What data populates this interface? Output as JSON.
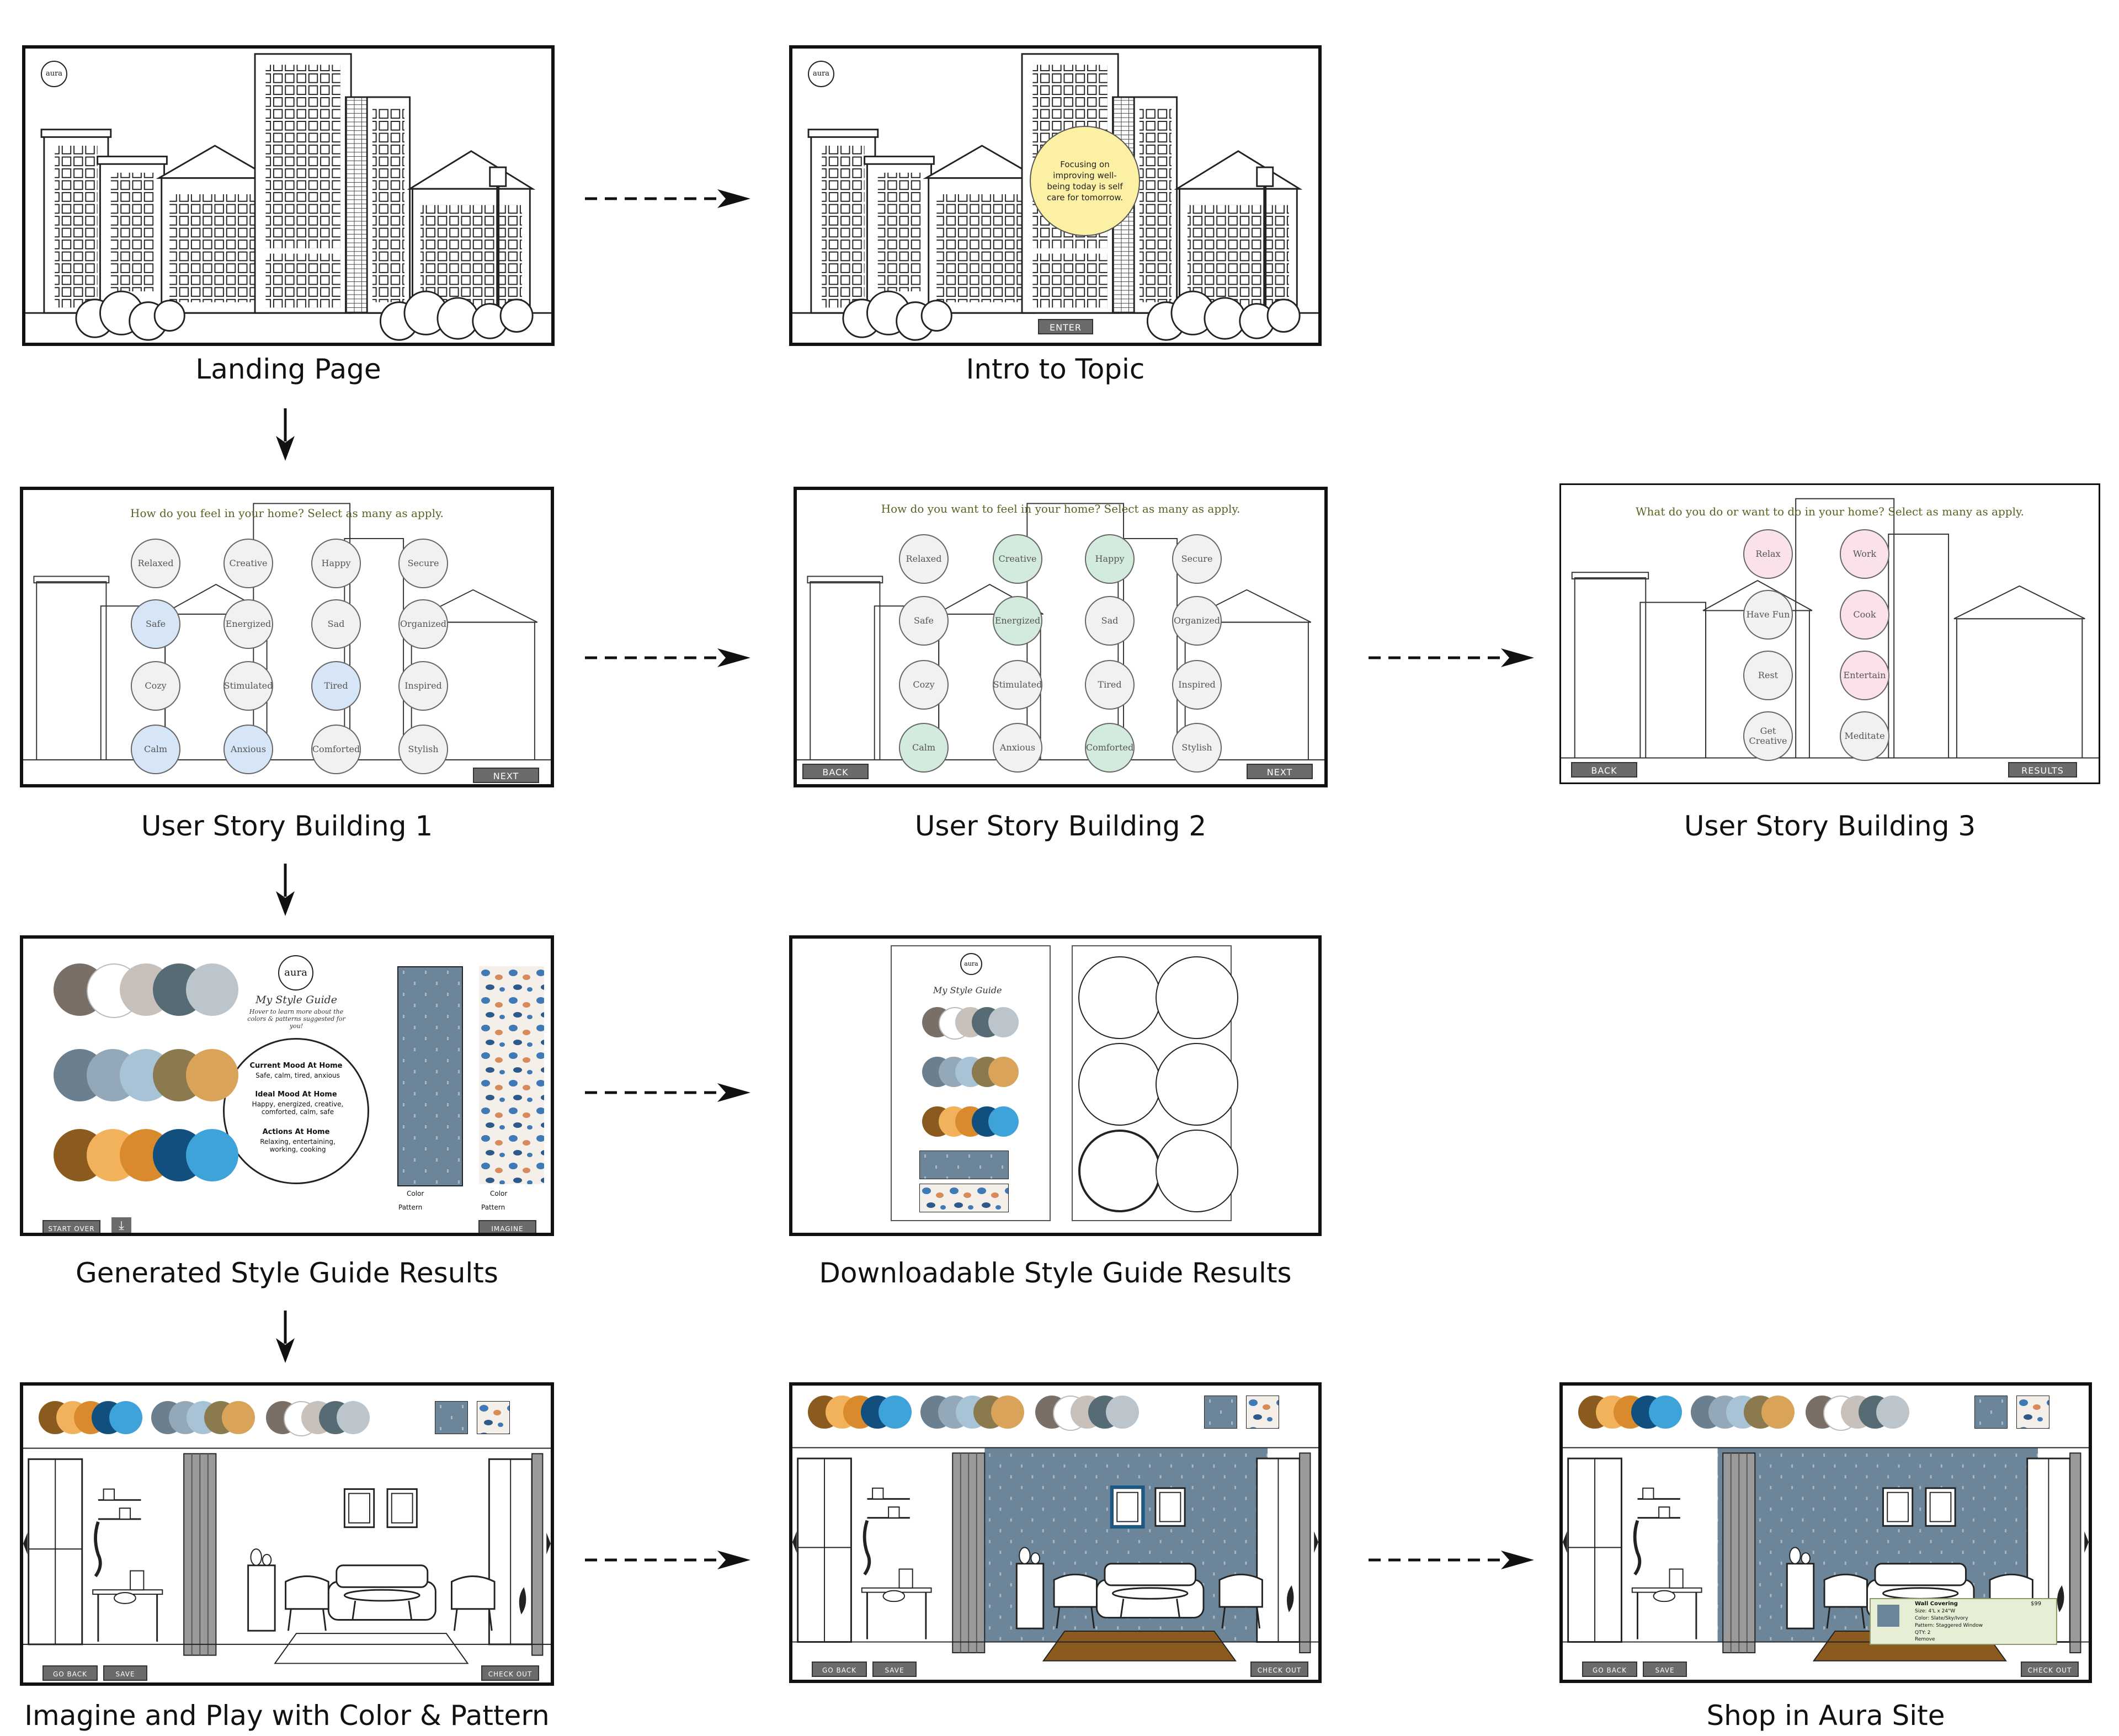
{
  "captions": {
    "landing": "Landing Page",
    "intro": "Intro to Topic",
    "usb1": "User Story Building 1",
    "usb2": "User Story Building 2",
    "usb3": "User Story Building 3",
    "generated": "Generated Style Guide Results",
    "downloadable": "Downloadable Style Guide Results",
    "imagine": "Imagine and Play with Color & Pattern",
    "shop": "Shop in Aura Site"
  },
  "brand": {
    "logo": "aura"
  },
  "intro": {
    "message": "Focusing on improving well-being today is self care for tomorrow.",
    "enter": "ENTER",
    "sun_color": "#fbf0a4"
  },
  "usb1": {
    "question": "How do you feel in your home? Select as many as apply.",
    "next": "NEXT",
    "options": [
      "Relaxed",
      "Creative",
      "Happy",
      "Secure",
      "Safe",
      "Energized",
      "Sad",
      "Organized",
      "Cozy",
      "Stimulated",
      "Tired",
      "Inspired",
      "Calm",
      "Anxious",
      "Comforted",
      "Stylish"
    ],
    "selected_color": "#d6e6f7"
  },
  "usb2": {
    "question": "How do you want to feel in your home? Select as many as apply.",
    "back": "BACK",
    "next": "NEXT",
    "options": [
      "Relaxed",
      "Creative",
      "Happy",
      "Secure",
      "Safe",
      "Energized",
      "Sad",
      "Organized",
      "Cozy",
      "Stimulated",
      "Tired",
      "Inspired",
      "Calm",
      "Anxious",
      "Comforted",
      "Stylish"
    ],
    "selected_color": "#d3ebdc"
  },
  "usb3": {
    "question": "What do you do or want to do in your home? Select as many as apply.",
    "back": "BACK",
    "results": "RESULTS",
    "options": [
      "Relax",
      "Work",
      "Have Fun",
      "Cook",
      "Rest",
      "Entertain",
      "Get Creative",
      "Meditate"
    ],
    "selected_color": "#fbe1e8"
  },
  "generated": {
    "title": "My Style Guide",
    "subtitle": "Hover to learn more about the colors & patterns suggested for you!",
    "mood_now_label": "Current Mood At Home",
    "mood_now": "Safe, calm, tired, anxious",
    "mood_ideal_label": "Ideal Mood At Home",
    "mood_ideal": "Happy, energized, creative, comforted, calm, safe",
    "actions_label": "Actions At Home",
    "actions": "Relaxing, entertaining, working, cooking",
    "color_label": "Color",
    "pattern_label": "Pattern",
    "start_over": "START OVER",
    "imagine": "IMAGINE",
    "palettes": [
      [
        "#7a6f66",
        "#ffffff",
        "#c7c0bb",
        "#566b73",
        "#bcc5cb"
      ],
      [
        "#6b7f8f",
        "#93a8b8",
        "#a9c3d6",
        "#8c7a4f",
        "#d9a35a"
      ],
      [
        "#8a5a1e",
        "#f2b25c",
        "#d98a2c",
        "#11507e",
        "#3ea3d8"
      ]
    ]
  },
  "downloadable": {
    "title": "My Style Guide"
  },
  "imagine": {
    "go_back": "GO BACK",
    "save": "SAVE",
    "check_out": "CHECK OUT",
    "wall_color": "#6d8599",
    "rug_color": "#8b5a1e"
  },
  "shop": {
    "go_back": "GO BACK",
    "save": "SAVE",
    "check_out": "CHECK OUT",
    "product_title": "Wall Covering",
    "price": "$99",
    "size": "Size: 4'L x 24\"W",
    "color": "Color: Slate/Sky/Ivory",
    "pattern": "Pattern: Staggered Window",
    "qty": "QTY: 2",
    "remove": "Remove"
  }
}
